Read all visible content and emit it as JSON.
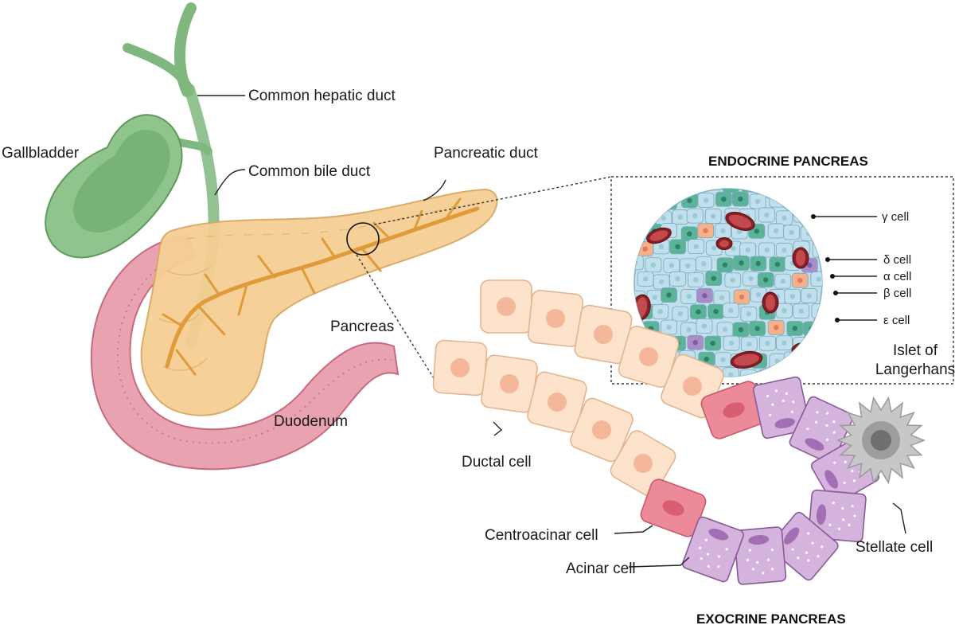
{
  "labels": {
    "common_hepatic_duct": "Common hepatic duct",
    "gallbladder": "Gallbladder",
    "common_bile_duct": "Common bile duct",
    "pancreatic_duct": "Pancreatic duct",
    "pancreas": "Pancreas",
    "duodenum": "Duodenum",
    "ductal_cell": "Ductal cell",
    "centroacinar_cell": "Centroacinar cell",
    "acinar_cell": "Acinar cell",
    "stellate_cell": "Stellate cell"
  },
  "endocrine": {
    "title": "ENDOCRINE PANCREAS",
    "islet_line1": "Islet of",
    "islet_line2": "Langerhans",
    "cells": {
      "gamma": "γ cell",
      "delta": "δ cell",
      "alpha": "α cell",
      "beta": "β cell",
      "epsilon": "ε cell"
    }
  },
  "exocrine": {
    "title": "EXOCRINE PANCREAS"
  },
  "colors": {
    "gallbladder": "#7fb77e",
    "pancreas": "#f5cf94",
    "duct": "#e09a3a",
    "duodenum": "#e38fa0",
    "ductal_cell": "#fde3cc",
    "centroacinar_cell": "#ec8a99",
    "acinar_cell": "#d4b3dc",
    "beta_cell": "#bfe0ec",
    "alpha_cell": "#5bb49a",
    "delta_cell": "#f6b08c",
    "gamma_cell": "#a98cc8",
    "epsilon_cell": "#3c84b6",
    "dark_cell": "#8a1e24",
    "stellate_cell": "#bdbdbd"
  }
}
